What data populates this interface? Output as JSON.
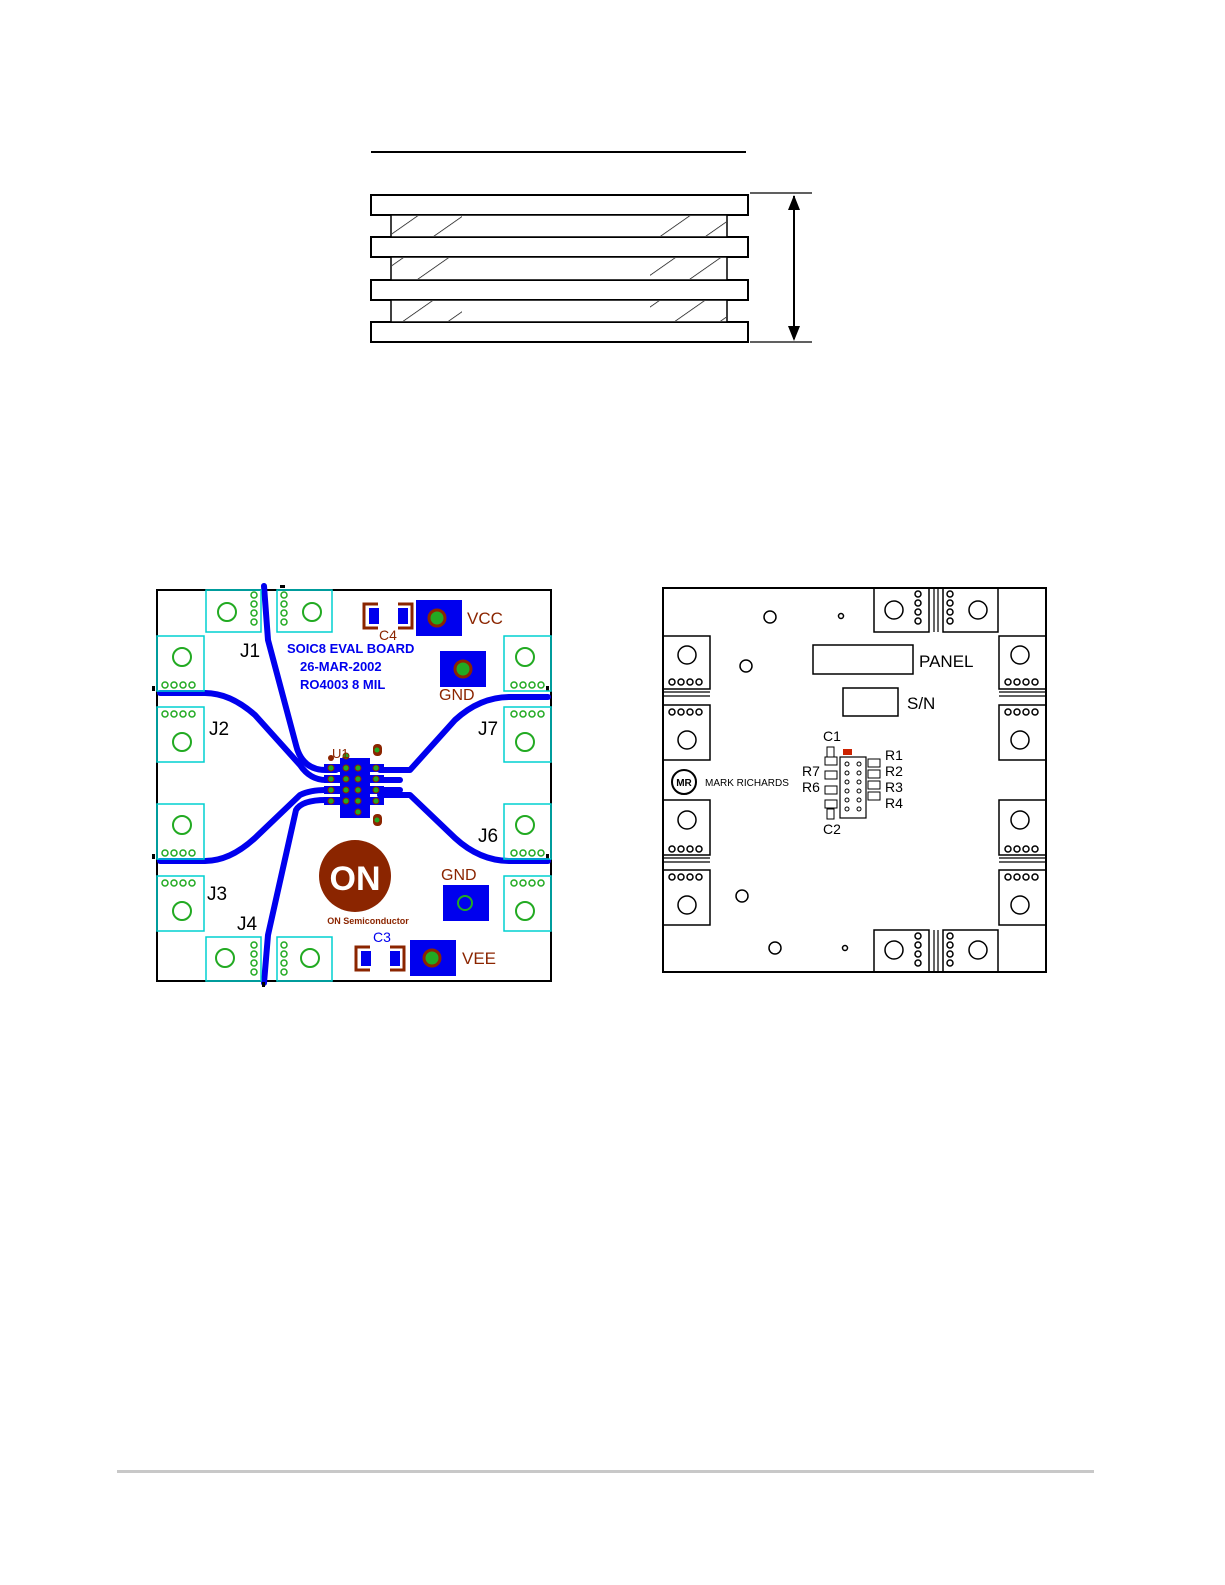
{
  "top_board": {
    "title_line1": "SOIC8 EVAL BOARD",
    "title_line2": "26-MAR-2002",
    "title_line3": "RO4003 8 MIL",
    "connectors": [
      "J1",
      "J2",
      "J3",
      "J4",
      "J6",
      "J7"
    ],
    "caps": [
      "C4",
      "C3"
    ],
    "chip": "U1",
    "power": [
      "VCC",
      "GND",
      "GND",
      "VEE"
    ],
    "logo_text": "ON",
    "logo_subtext": "ON Semiconductor"
  },
  "bottom_board": {
    "panel_label": "PANEL",
    "sn_label": "S/N",
    "components": [
      "C1",
      "R1",
      "R7",
      "R2",
      "R6",
      "R3",
      "R4",
      "C2"
    ],
    "maker_text": "MARK RICHARDS",
    "maker_logo_text": "MR"
  },
  "colors": {
    "trace": "#0000ee",
    "pad_ring": "#8b2500",
    "pad_center": "#22aa22",
    "connector_outline": "#00d0d0",
    "label_brown": "#8b2500",
    "footer_rule": "#c8c8c8"
  }
}
